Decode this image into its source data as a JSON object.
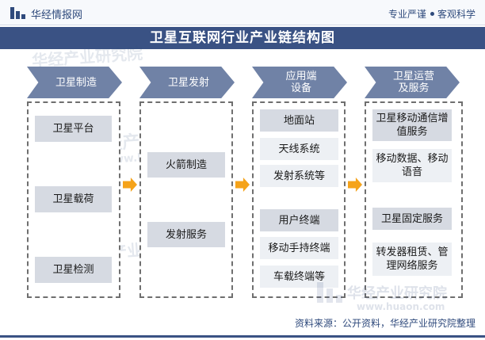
{
  "header": {
    "brand": "华经情报网",
    "tagline_left": "专业严谨",
    "tagline_right": "客观科学"
  },
  "title": "卫星互联网行业产业链结构图",
  "columns": [
    {
      "heading": "卫星制造",
      "items": [
        "卫星平台",
        "卫星载荷",
        "卫星检测"
      ]
    },
    {
      "heading": "卫星发射",
      "items": [
        "火箭制造",
        "发射服务"
      ]
    },
    {
      "heading": "应用端设备",
      "groups": [
        {
          "title": "地面站",
          "items": [
            "天线系统",
            "发射系统等"
          ]
        },
        {
          "title": "用户终端",
          "items": [
            "移动手持终端",
            "车载终端等"
          ]
        }
      ]
    },
    {
      "heading": "卫星运营及服务",
      "groups": [
        {
          "title": "卫星移动通信增值服务",
          "items": [
            "移动数据、移动语音"
          ]
        },
        {
          "title": "卫星固定服务",
          "items": [
            "转发器租赁、管理网络服务"
          ]
        }
      ]
    }
  ],
  "watermark": {
    "text_cn": "华经产业研究院",
    "text_url": "www.huaon.com"
  },
  "footer": "资料来源：公开资料，华经产业研究院整理",
  "colors": {
    "title_bg": "#3a5284",
    "chevron": "#7082a6",
    "box_grey": "#d6dae2",
    "box_light": "#edf0f4",
    "arrow": "#f5a31a"
  }
}
